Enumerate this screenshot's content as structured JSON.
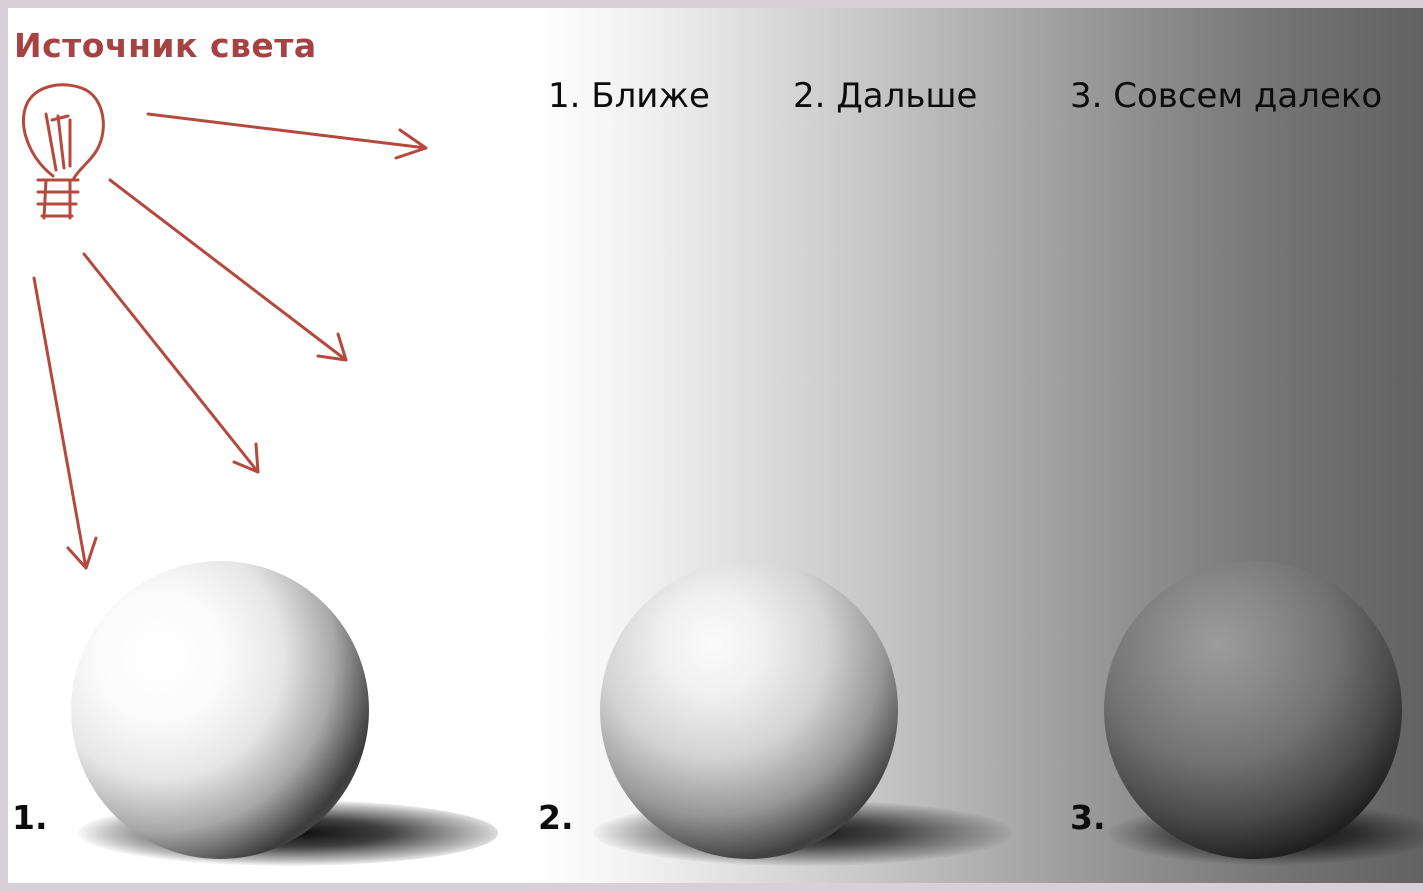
{
  "light_source": {
    "title": "Источник света",
    "icon": "light-bulb-icon",
    "color": "#a64242"
  },
  "distance_labels": [
    "1. Ближе",
    "2. Дальше",
    "3. Совсем далеко"
  ],
  "spheres": [
    {
      "number": "1."
    },
    {
      "number": "2."
    },
    {
      "number": "3."
    }
  ]
}
